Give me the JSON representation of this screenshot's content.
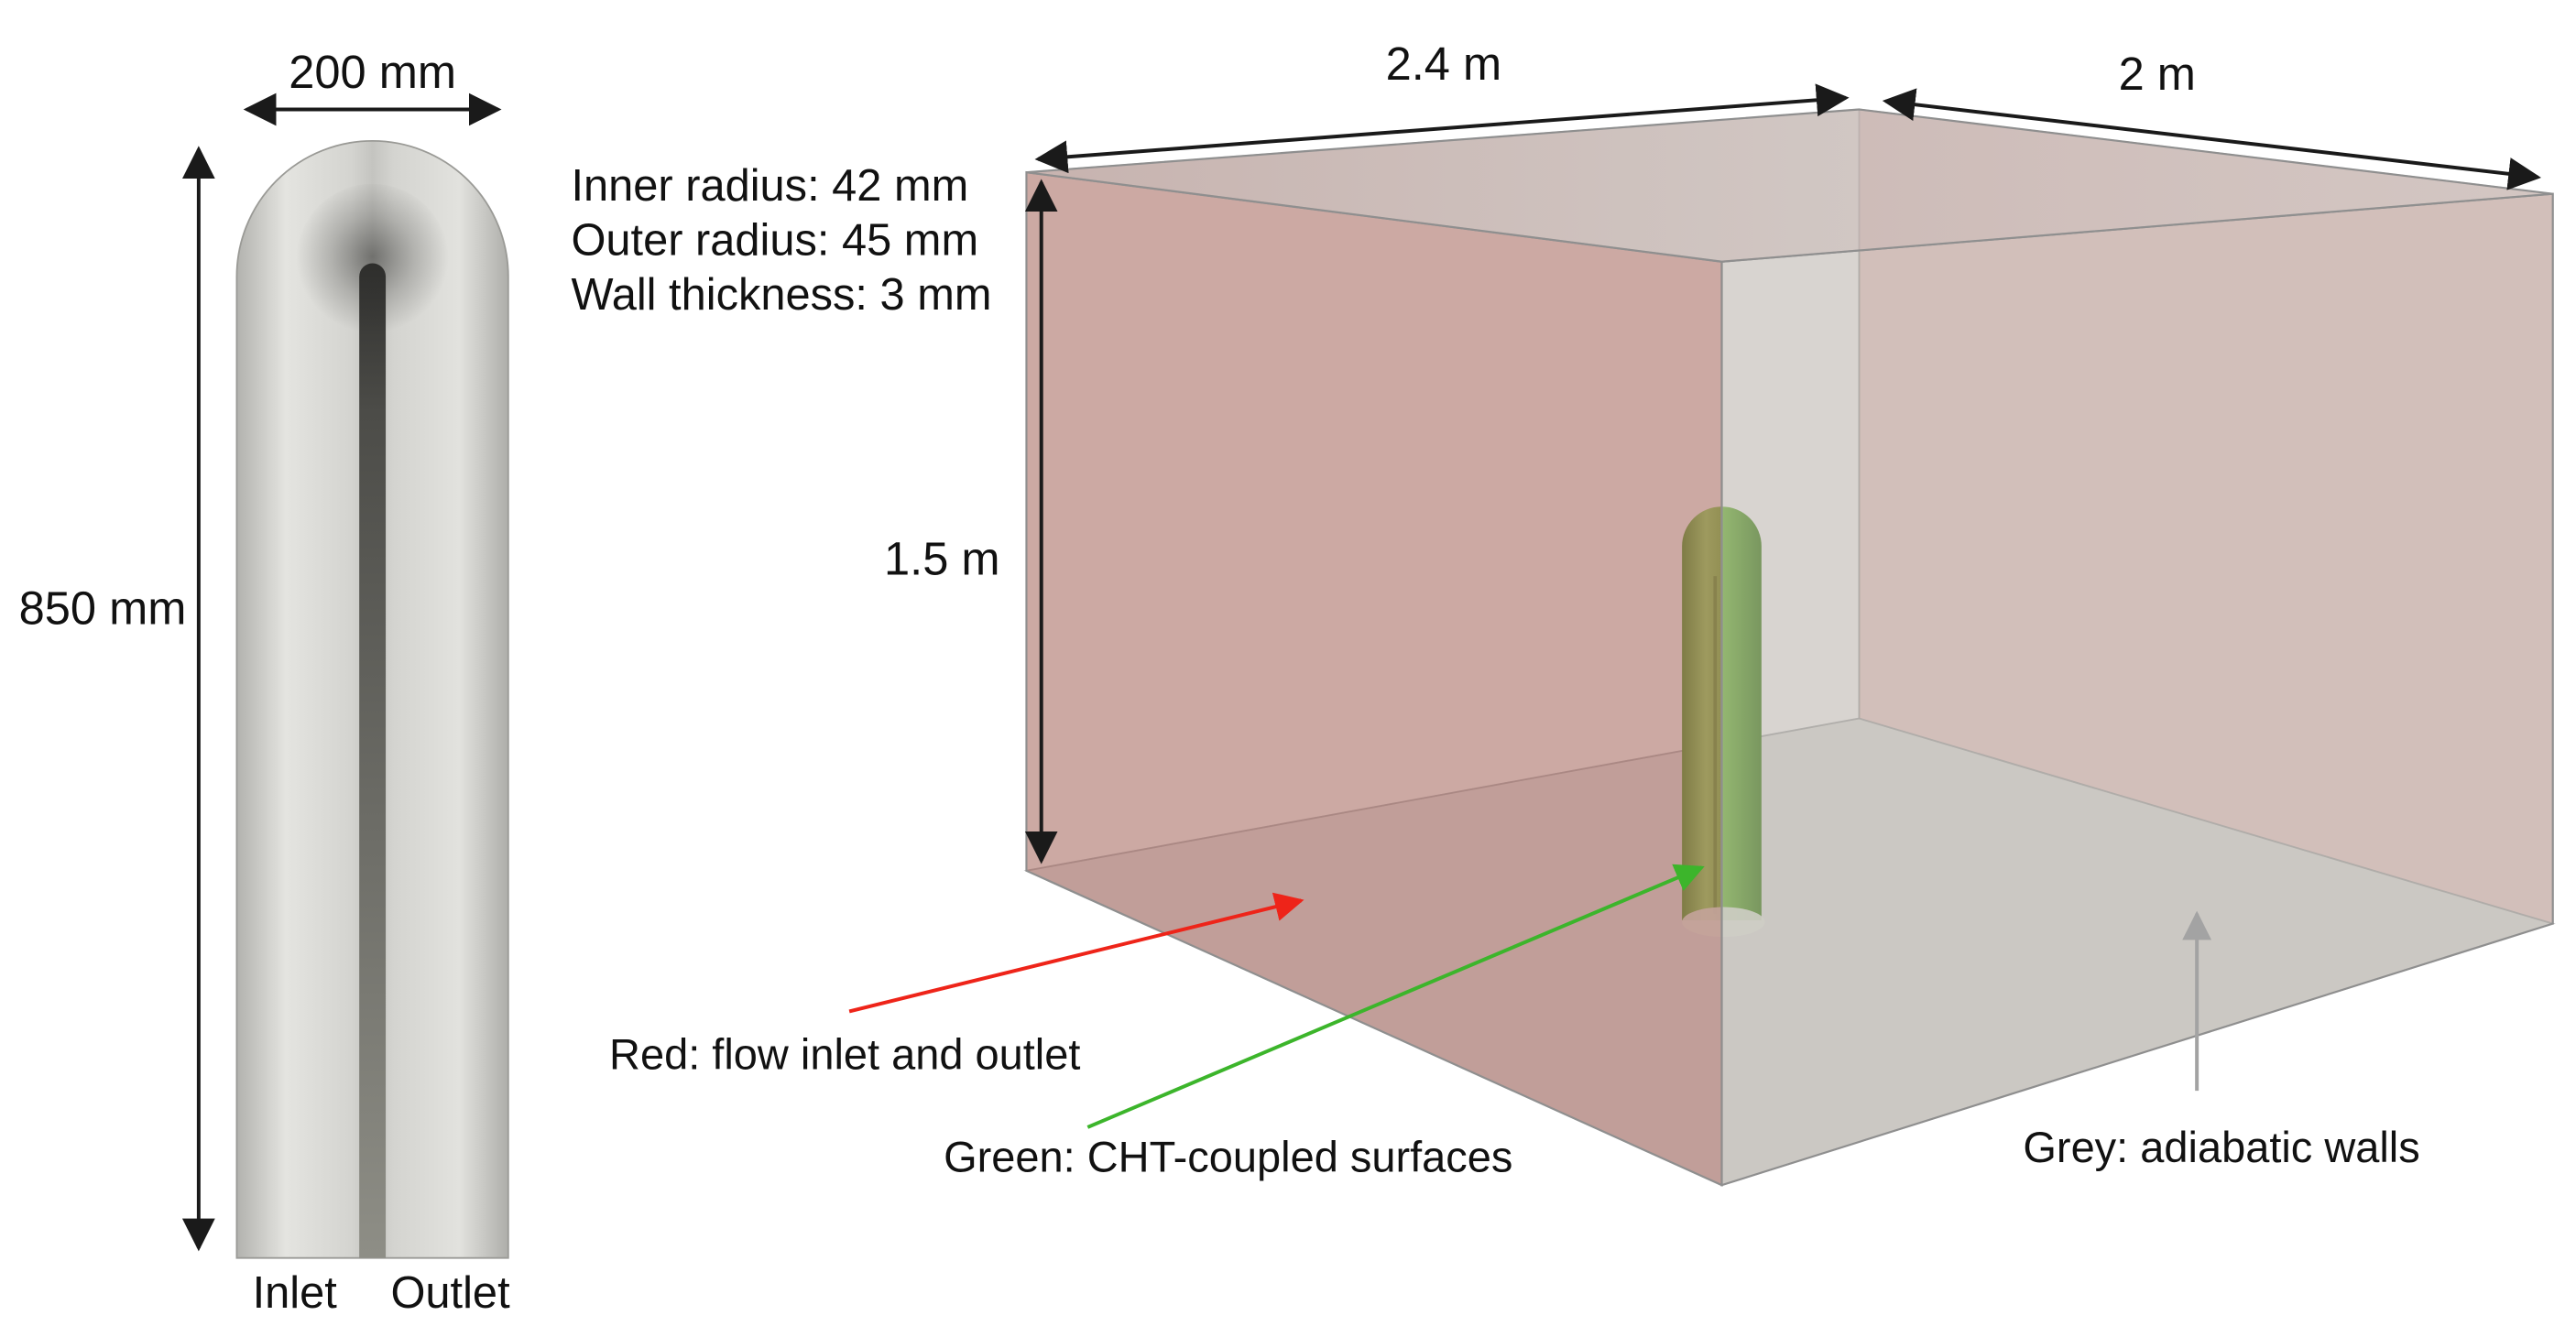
{
  "figure": {
    "tube": {
      "width_label": "200 mm",
      "height_label": "850 mm",
      "inlet_label": "Inlet",
      "outlet_label": "Outlet",
      "specs": {
        "inner_radius": "Inner radius: 42 mm",
        "outer_radius": "Outer radius: 45 mm",
        "wall_thickness": "Wall thickness: 3 mm"
      }
    },
    "box": {
      "depth_label": "2.4 m",
      "width_label": "2 m",
      "height_label": "1.5 m"
    },
    "legend": {
      "red": {
        "label": "Red: flow inlet and outlet",
        "color": "#ee2419"
      },
      "green": {
        "label": "Green: CHT-coupled surfaces",
        "color": "#3cb52b"
      },
      "grey": {
        "label": "Grey: adiabatic walls",
        "color": "#a3a3a3"
      }
    }
  }
}
